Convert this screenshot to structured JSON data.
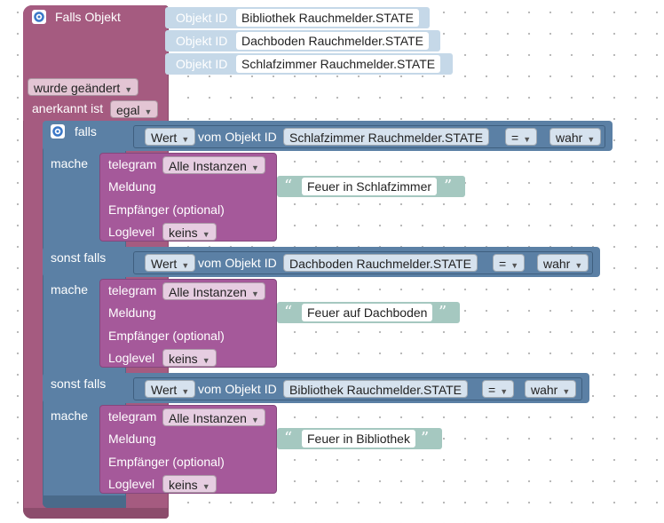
{
  "colors": {
    "event": "#a55b80",
    "logic": "#5b80a5",
    "telegram": "#a5599a",
    "text": "#a5c8c0",
    "objectid": "#c5d8e8"
  },
  "event_block": {
    "title": "Falls Objekt",
    "object_ids": [
      {
        "label": "Objekt ID",
        "value": "Bibliothek Rauchmelder.STATE"
      },
      {
        "label": "Objekt ID",
        "value": "Dachboden Rauchmelder.STATE"
      },
      {
        "label": "Objekt ID",
        "value": "Schlafzimmer Rauchmelder.STATE"
      }
    ],
    "trigger": "wurde geändert",
    "ack_label": "anerkannt ist",
    "ack_value": "egal"
  },
  "if_block": {
    "branches": [
      {
        "keyword": "falls",
        "condition": {
          "value_dropdown": "Wert",
          "of_object_label": "vom Objekt ID",
          "object": "Schlafzimmer Rauchmelder.STATE",
          "operator": "=",
          "compare_to": "wahr"
        },
        "do_label": "mache",
        "telegram": {
          "title": "telegram",
          "instance": "Alle Instanzen",
          "message_label": "Meldung",
          "message": "Feuer in Schlafzimmer",
          "recipient_label": "Empfänger (optional)",
          "loglevel_label": "Loglevel",
          "loglevel": "keins"
        }
      },
      {
        "keyword": "sonst falls",
        "condition": {
          "value_dropdown": "Wert",
          "of_object_label": "vom Objekt ID",
          "object": "Dachboden Rauchmelder.STATE",
          "operator": "=",
          "compare_to": "wahr"
        },
        "do_label": "mache",
        "telegram": {
          "title": "telegram",
          "instance": "Alle Instanzen",
          "message_label": "Meldung",
          "message": "Feuer auf Dachboden",
          "recipient_label": "Empfänger (optional)",
          "loglevel_label": "Loglevel",
          "loglevel": "keins"
        }
      },
      {
        "keyword": "sonst falls",
        "condition": {
          "value_dropdown": "Wert",
          "of_object_label": "vom Objekt ID",
          "object": "Bibliothek Rauchmelder.STATE",
          "operator": "=",
          "compare_to": "wahr"
        },
        "do_label": "mache",
        "telegram": {
          "title": "telegram",
          "instance": "Alle Instanzen",
          "message_label": "Meldung",
          "message": "Feuer in Bibliothek",
          "recipient_label": "Empfänger (optional)",
          "loglevel_label": "Loglevel",
          "loglevel": "keins"
        }
      }
    ]
  }
}
